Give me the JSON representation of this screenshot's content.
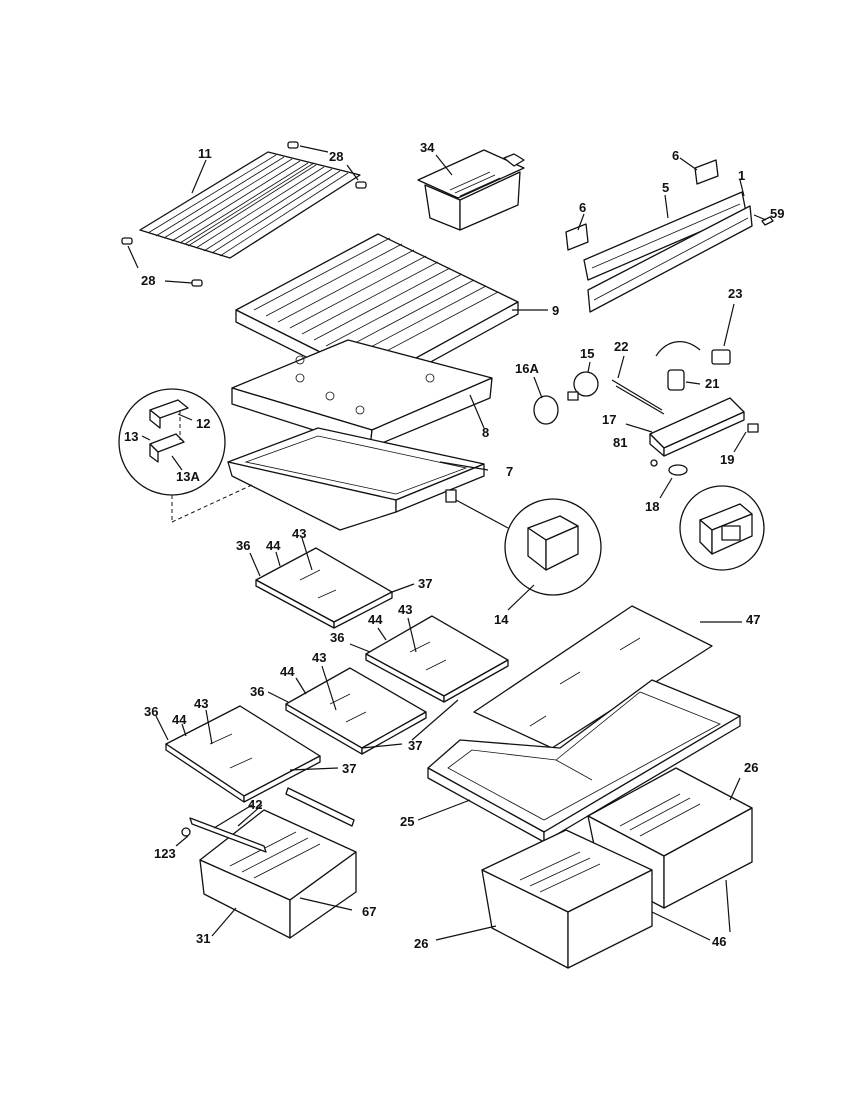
{
  "callouts": {
    "c1": "1",
    "c5": "5",
    "c6a": "6",
    "c6b": "6",
    "c59": "59",
    "c7": "7",
    "c8": "8",
    "c9": "9",
    "c11": "11",
    "c12": "12",
    "c13": "13",
    "c13A": "13A",
    "c14": "14",
    "c15": "15",
    "c16A": "16A",
    "c17": "17",
    "c18": "18",
    "c19": "19",
    "c21": "21",
    "c22": "22",
    "c23": "23",
    "c25": "25",
    "c26a": "26",
    "c26b": "26",
    "c28a": "28",
    "c28b": "28",
    "c31": "31",
    "c34": "34",
    "c36a": "36",
    "c36b": "36",
    "c36c": "36",
    "c36d": "36",
    "c37a": "37",
    "c37b": "37",
    "c37c": "37",
    "c42": "42",
    "c43a": "43",
    "c43b": "43",
    "c43c": "43",
    "c43d": "43",
    "c44a": "44",
    "c44b": "44",
    "c44c": "44",
    "c44d": "44",
    "c46": "46",
    "c47": "47",
    "c67": "67",
    "c81": "81",
    "c123": "123"
  }
}
